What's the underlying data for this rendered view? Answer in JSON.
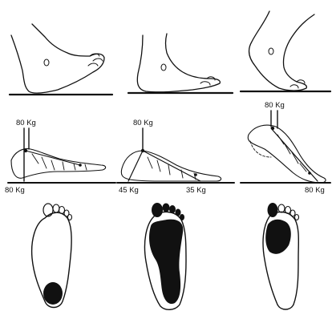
{
  "figure": {
    "colors": {
      "ink": "#111111",
      "paper": "#ffffff"
    },
    "panels": [
      {
        "id": "heel-strike",
        "labels": {
          "load_top": "80 Kg",
          "load_heel": "80 Kg",
          "load_forefoot": ""
        }
      },
      {
        "id": "midstance",
        "labels": {
          "load_top": "80 Kg",
          "load_heel": "45 Kg",
          "load_forefoot": "35 Kg"
        }
      },
      {
        "id": "toe-off",
        "labels": {
          "load_top": "80 Kg",
          "load_heel": "",
          "load_forefoot": "80 Kg"
        }
      }
    ]
  }
}
